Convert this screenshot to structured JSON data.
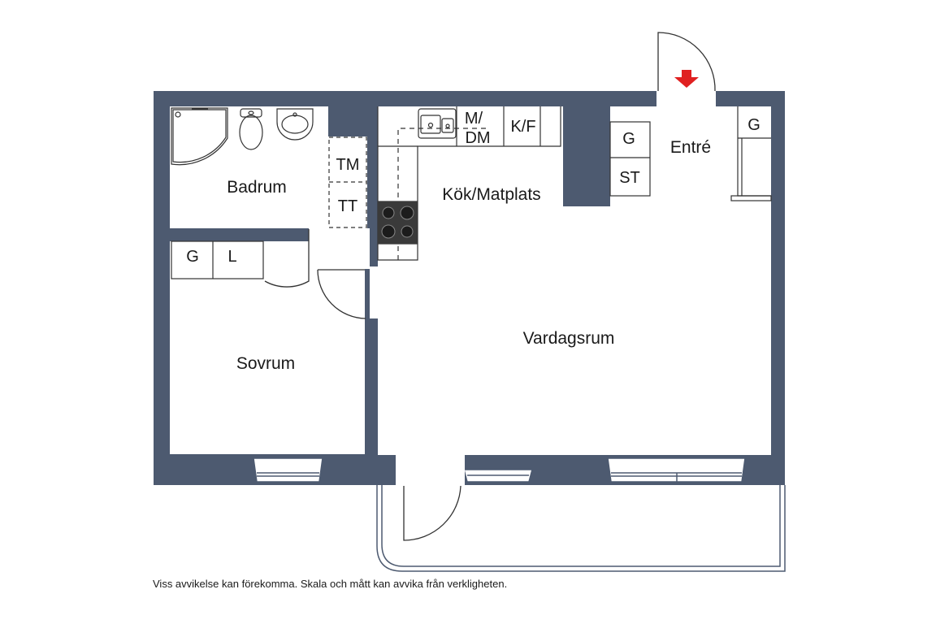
{
  "rooms": {
    "badrum": "Badrum",
    "kok": "Kök/Matplats",
    "entre": "Entré",
    "sovrum": "Sovrum",
    "vardagsrum": "Vardagsrum"
  },
  "fixtures": {
    "tm": "TM",
    "tt": "TT",
    "m": "M/",
    "dm": "DM",
    "kf": "K/F",
    "g_entre": "G",
    "st": "ST",
    "g_right": "G",
    "g_sov": "G",
    "l_sov": "L"
  },
  "disclaimer": "Viss avvikelse kan förekomma. Skala och mått kan avvika från verkligheten.",
  "colors": {
    "wall": "#4d5a70",
    "entry_arrow": "#e02020",
    "line": "#333333"
  },
  "icons": [
    "entry-arrow-icon",
    "shower-icon",
    "toilet-icon",
    "sink-icon",
    "kitchen-sink-icon",
    "stove-icon"
  ]
}
